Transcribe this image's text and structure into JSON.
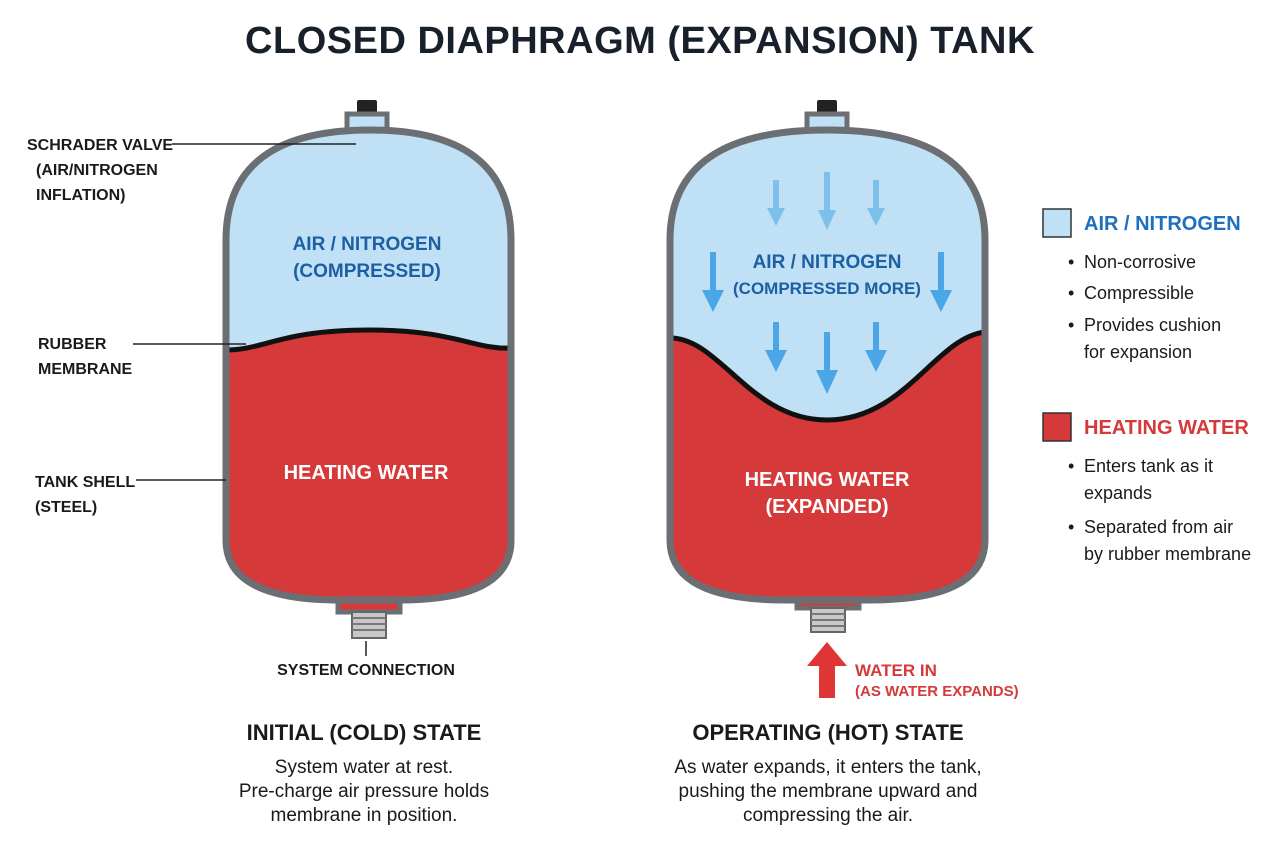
{
  "title": "CLOSED DIAPHRAGM (EXPANSION) TANK",
  "colors": {
    "air": "#bfe0f5",
    "water": "#d6393a",
    "shell": "#6b6f74",
    "membrane": "#111111",
    "arrow_blue": "#4aa6e6",
    "arrow_red": "#e03535"
  },
  "left_tank": {
    "callouts": {
      "schrader_line1": "SCHRADER VALVE",
      "schrader_line2": "(AIR/NITROGEN",
      "schrader_line3": "INFLATION)",
      "membrane_line1": "RUBBER",
      "membrane_line2": "MEMBRANE",
      "shell_line1": "TANK SHELL",
      "shell_line2": "(STEEL)",
      "connection": "SYSTEM CONNECTION"
    },
    "air_label_line1": "AIR / NITROGEN",
    "air_label_line2": "(COMPRESSED)",
    "water_label": "HEATING WATER",
    "state_title": "INITIAL (COLD) STATE",
    "state_desc_line1": "System water at rest.",
    "state_desc_line2": "Pre-charge air pressure holds",
    "state_desc_line3": "membrane in position."
  },
  "right_tank": {
    "air_label_line1": "AIR / NITROGEN",
    "air_label_line2": "(COMPRESSED MORE)",
    "water_label_line1": "HEATING WATER",
    "water_label_line2": "(EXPANDED)",
    "water_in_line1": "WATER IN",
    "water_in_line2": "(AS WATER EXPANDS)",
    "state_title": "OPERATING (HOT) STATE",
    "state_desc_line1": "As water expands, it enters the tank,",
    "state_desc_line2": "pushing the membrane upward and",
    "state_desc_line3": "compressing the air."
  },
  "legend": {
    "air_heading": "AIR / NITROGEN",
    "air_items": [
      "Non-corrosive",
      "Compressible",
      "Provides cushion",
      "for expansion"
    ],
    "water_heading": "HEATING WATER",
    "water_items": [
      "Enters tank as it",
      "expands",
      "Separated from air",
      "by rubber membrane"
    ]
  }
}
